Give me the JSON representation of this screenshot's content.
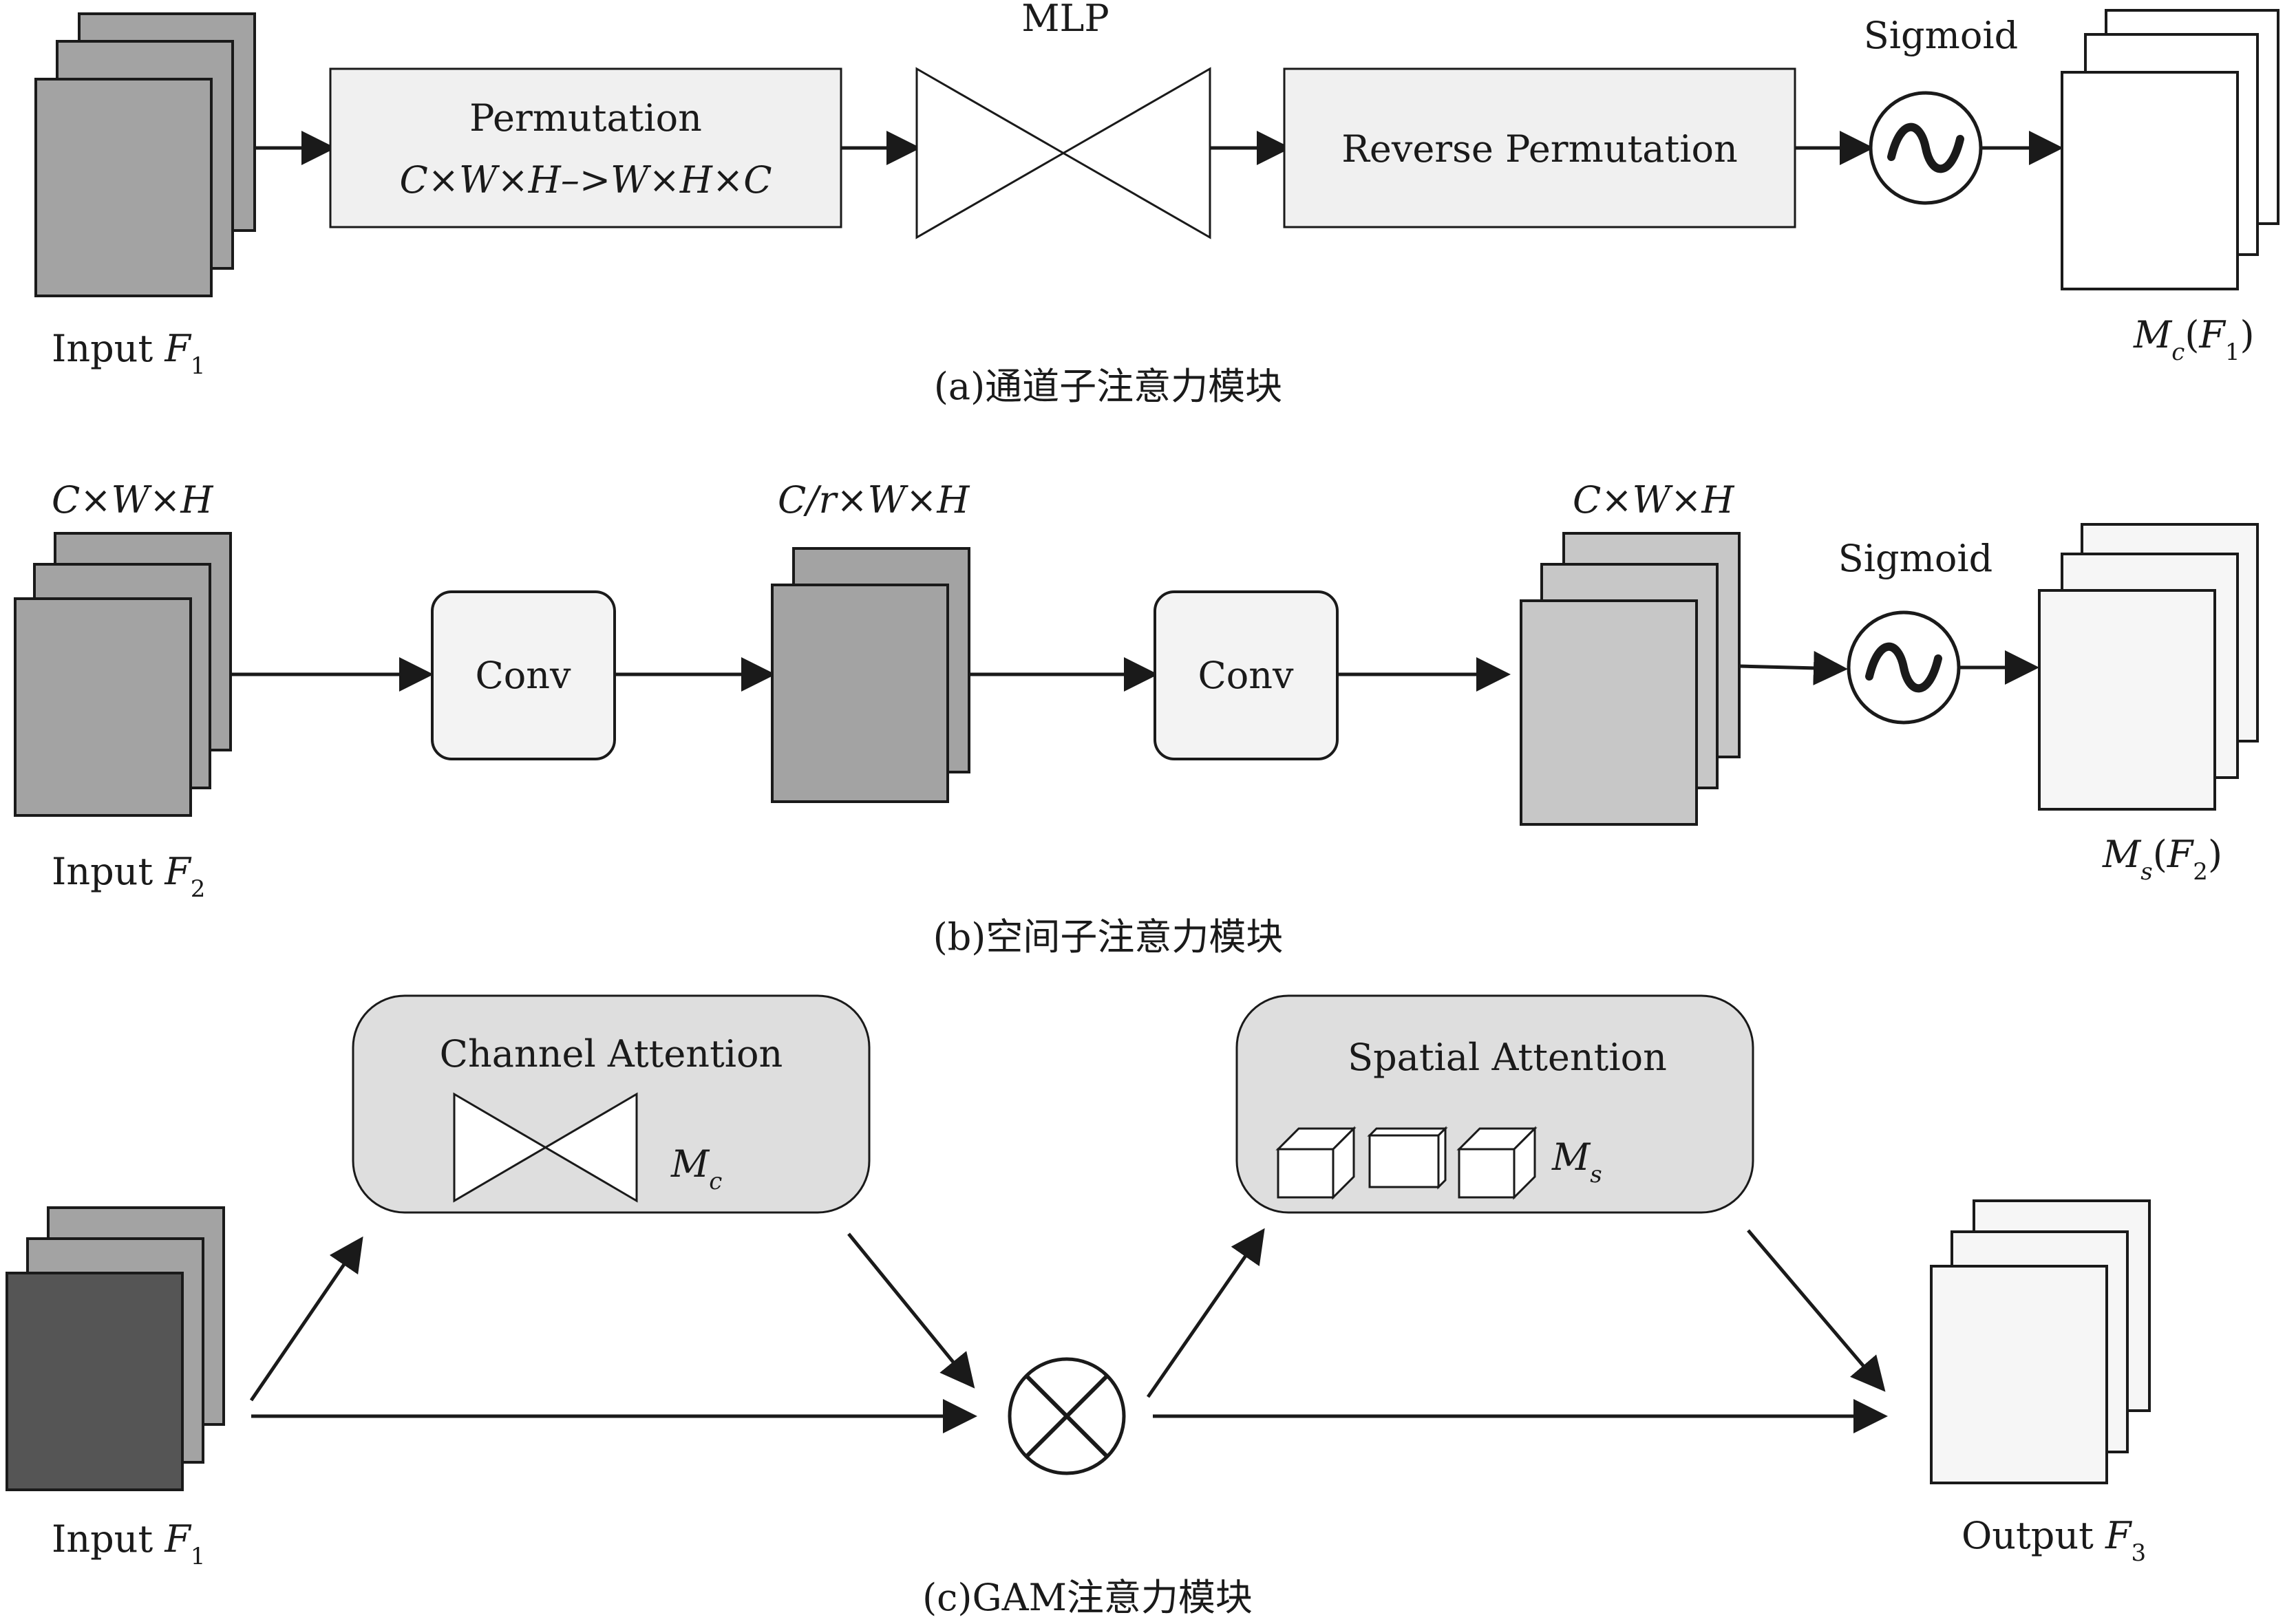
{
  "panel_a": {
    "input_label": "Input",
    "input_var": "F",
    "input_sub": "1",
    "permutation_label": "Permutation",
    "permutation_formula": "C×W×H–>W×H×C",
    "mlp_label": "MLP",
    "reverse_label": "Reverse Permutation",
    "sigmoid_label": "Sigmoid",
    "output_M": "M",
    "output_M_sub": "c",
    "output_open": "(",
    "output_F": "F",
    "output_F_sub": "1",
    "output_close": ")",
    "caption": "(a)通道子注意力模块"
  },
  "panel_b": {
    "dim_left": "C×W×H",
    "dim_middle": "C/r×W×H",
    "dim_right": "C×W×H",
    "input_label": "Input",
    "input_var": "F",
    "input_sub": "2",
    "conv1_label": "Conv",
    "conv2_label": "Conv",
    "sigmoid_label": "Sigmoid",
    "output_M": "M",
    "output_M_sub": "s",
    "output_open": "(",
    "output_F": "F",
    "output_F_sub": "2",
    "output_close": ")",
    "caption": "(b)空间子注意力模块"
  },
  "panel_c": {
    "channel_title": "Channel Attention",
    "channel_M": "M",
    "channel_M_sub": "c",
    "spatial_title": "Spatial Attention",
    "spatial_M": "M",
    "spatial_M_sub": "s",
    "input_label": "Input",
    "input_var": "F",
    "input_sub": "1",
    "output_label": "Output",
    "output_var": "F",
    "output_sub": "3",
    "caption": "(c)GAM注意力模块"
  },
  "colors": {
    "stroke": "#1a1a1a",
    "feature_gray": "#a3a3a3",
    "feature_light": "#c7c7c7",
    "feature_dark": "#555555",
    "box_fill": "#f0f0f0",
    "module_fill": "#dedede",
    "white": "#ffffff",
    "near_white": "#f6f6f6"
  }
}
